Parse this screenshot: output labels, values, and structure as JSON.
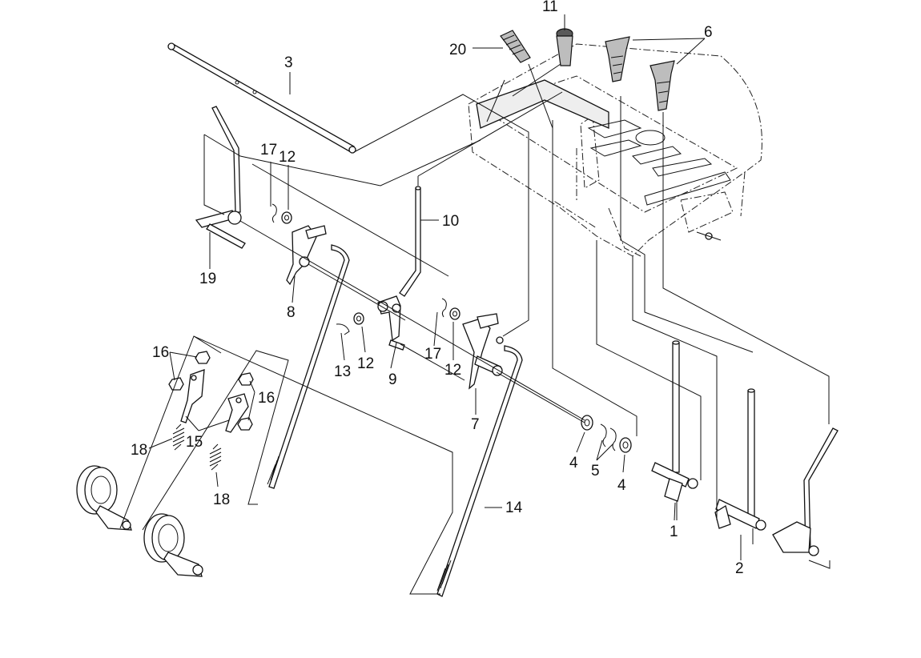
{
  "callouts": [
    {
      "id": "c1",
      "text": "1"
    },
    {
      "id": "c2",
      "text": "2"
    },
    {
      "id": "c3",
      "text": "3"
    },
    {
      "id": "c4a",
      "text": "4"
    },
    {
      "id": "c4b",
      "text": "4"
    },
    {
      "id": "c5",
      "text": "5"
    },
    {
      "id": "c6",
      "text": "6"
    },
    {
      "id": "c7",
      "text": "7"
    },
    {
      "id": "c8",
      "text": "8"
    },
    {
      "id": "c9",
      "text": "9"
    },
    {
      "id": "c10",
      "text": "10"
    },
    {
      "id": "c11",
      "text": "11"
    },
    {
      "id": "c12a",
      "text": "12"
    },
    {
      "id": "c12b",
      "text": "12"
    },
    {
      "id": "c12c",
      "text": "12"
    },
    {
      "id": "c13",
      "text": "13"
    },
    {
      "id": "c14",
      "text": "14"
    },
    {
      "id": "c15",
      "text": "15"
    },
    {
      "id": "c16a",
      "text": "16"
    },
    {
      "id": "c16b",
      "text": "16"
    },
    {
      "id": "c17a",
      "text": "17"
    },
    {
      "id": "c17b",
      "text": "17"
    },
    {
      "id": "c18a",
      "text": "18"
    },
    {
      "id": "c18b",
      "text": "18"
    },
    {
      "id": "c19",
      "text": "19"
    },
    {
      "id": "c20",
      "text": "20"
    }
  ]
}
